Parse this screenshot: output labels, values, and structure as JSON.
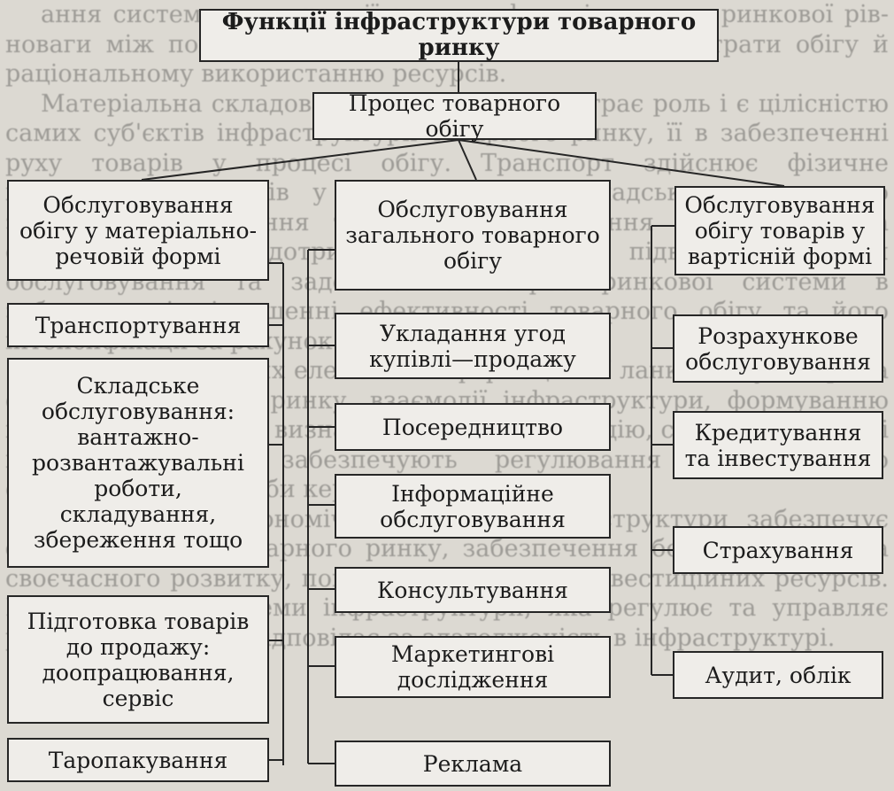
{
  "diagram": {
    "title": "Функції інфраструктури товарного ринку",
    "process": "Процес товарного обігу",
    "left": {
      "header": "Обслуговування\nобігу у матеріально-\nречовій формі",
      "items": [
        "Транспортування",
        "Складське\nобслуговування:\nвантажно-\nрозвантажувальні\nроботи,\nскладування,\nзбереження тощо",
        "Підготовка товарів\nдо продажу:\nдоопрацювання,\nсервіс",
        "Таропакування"
      ]
    },
    "center": {
      "header": "Обслуговування\nзагального товарного\nобігу",
      "items": [
        "Укладання угод\nкупівлі—продажу",
        "Посередництво",
        "Інформаційне\nобслуговування",
        "Консультування",
        "Маркетингові\nдослідження",
        "Реклама"
      ]
    },
    "right": {
      "header": "Обслуговування\nобігу товарів у\nвартісній формі",
      "items": [
        "Розрахункове\nобслуговування",
        "Кредитування\nта інвестування",
        "Страхування",
        "Аудит, облік"
      ]
    }
  },
  "background_text": [
    "ання системи конкуренції за якою функціонування ринкової рів­новаги між попитом і пропозицією скорочуються витрати обігу й раціональному використанню ресурсів.",
    "Матеріальна складова інфраструктури відіграє роль і є цілісністю самих суб'єктів інфраструктури товарного ринку, її в забезпеченні руху товарів у процесі обігу. Транспорт здійснює фізичне переміщення товарів у процесі обігу. Складське господарство забезпечує зберігання товарів та збереження їх. Торговельна система сприяє дотриманню якості й підвищенню рівня обслуговування та задоволенню потреб ринкової системи в забезпеченні підвищенні ефективності товарного обігу та його інтенсифікації за рахунок.",
    "Серед структурних елементів інформаційної ланки обігу, зокрема суб'єкти товарного ринку, взаємодії інфраструктури, формуванню цілісної системи, що визначає попит і пропозицію, сприяють ринкові інструменти, що забезпечують регулювання конкурентного середовища, як засоби керування процесами.",
    "Організаційно-економічна складова інфраструктури забезпечує функціонування товарного ринку, забезпечення безперебійного та своєчасного розвитку, пошуку та залучення інвестиційних ресурсів. Це і є ядром системи інфраструктури, яка регулює та управляє рухом, політику та відповідає за злагодженість в інфраструктурі."
  ]
}
